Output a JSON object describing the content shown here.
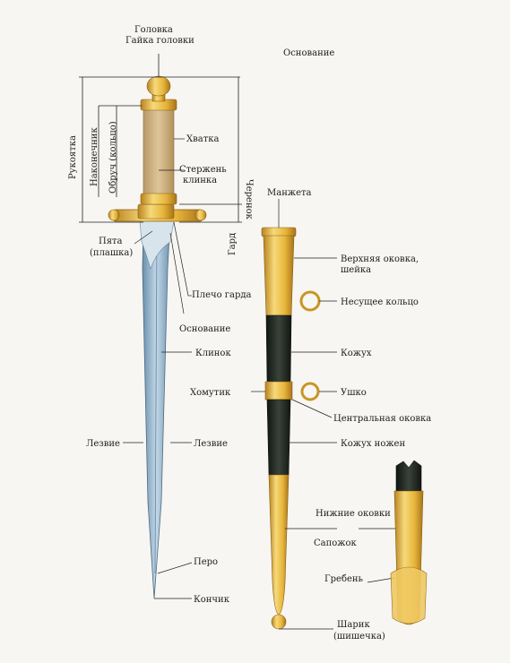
{
  "colors": {
    "gold": "#e7b63b",
    "gold_dark": "#b9831f",
    "gold_light": "#f6d97a",
    "blade": "#7fa3c0",
    "blade_light": "#b9d2e2",
    "grip": "#d2b684",
    "black": "#1f2620",
    "line": "#222222"
  },
  "labels": {
    "golovka": "Головка",
    "gaika": "Гайка головки",
    "osnovanie_top": "Основание",
    "rukoyatka": "Рукоятка",
    "nakonechnik": "Наконечник",
    "obruch": "Обруч (кольцо)",
    "khvatka": "Хватка",
    "cherenok": "Черенок",
    "sterzhen1": "Стержень",
    "sterzhen2": "клинка",
    "gard": "Гард",
    "pyata1": "Пята",
    "pyata2": "(плашка)",
    "plecho": "Плечо гарда",
    "osnovanie_blade": "Основание",
    "klinok": "Клинок",
    "khomutik": "Хомутик",
    "lezvie_left": "Лезвие",
    "lezvie_right": "Лезвие",
    "pero": "Перо",
    "konchik": "Кончик",
    "manzheta": "Манжета",
    "verkh1": "Верхняя оковка,",
    "verkh2": "шейка",
    "nesushchee": "Несущее кольцо",
    "kozhukh": "Кожух",
    "ushko": "Ушко",
    "tsentr": "Центральная оковка",
    "kozhukh_nozhen": "Кожух ножен",
    "nizhnie": "Нижние оковки",
    "sapozhok": "Сапожок",
    "greben": "Гребень",
    "sharik1": "Шарик",
    "sharik2": "(шишечка)"
  }
}
